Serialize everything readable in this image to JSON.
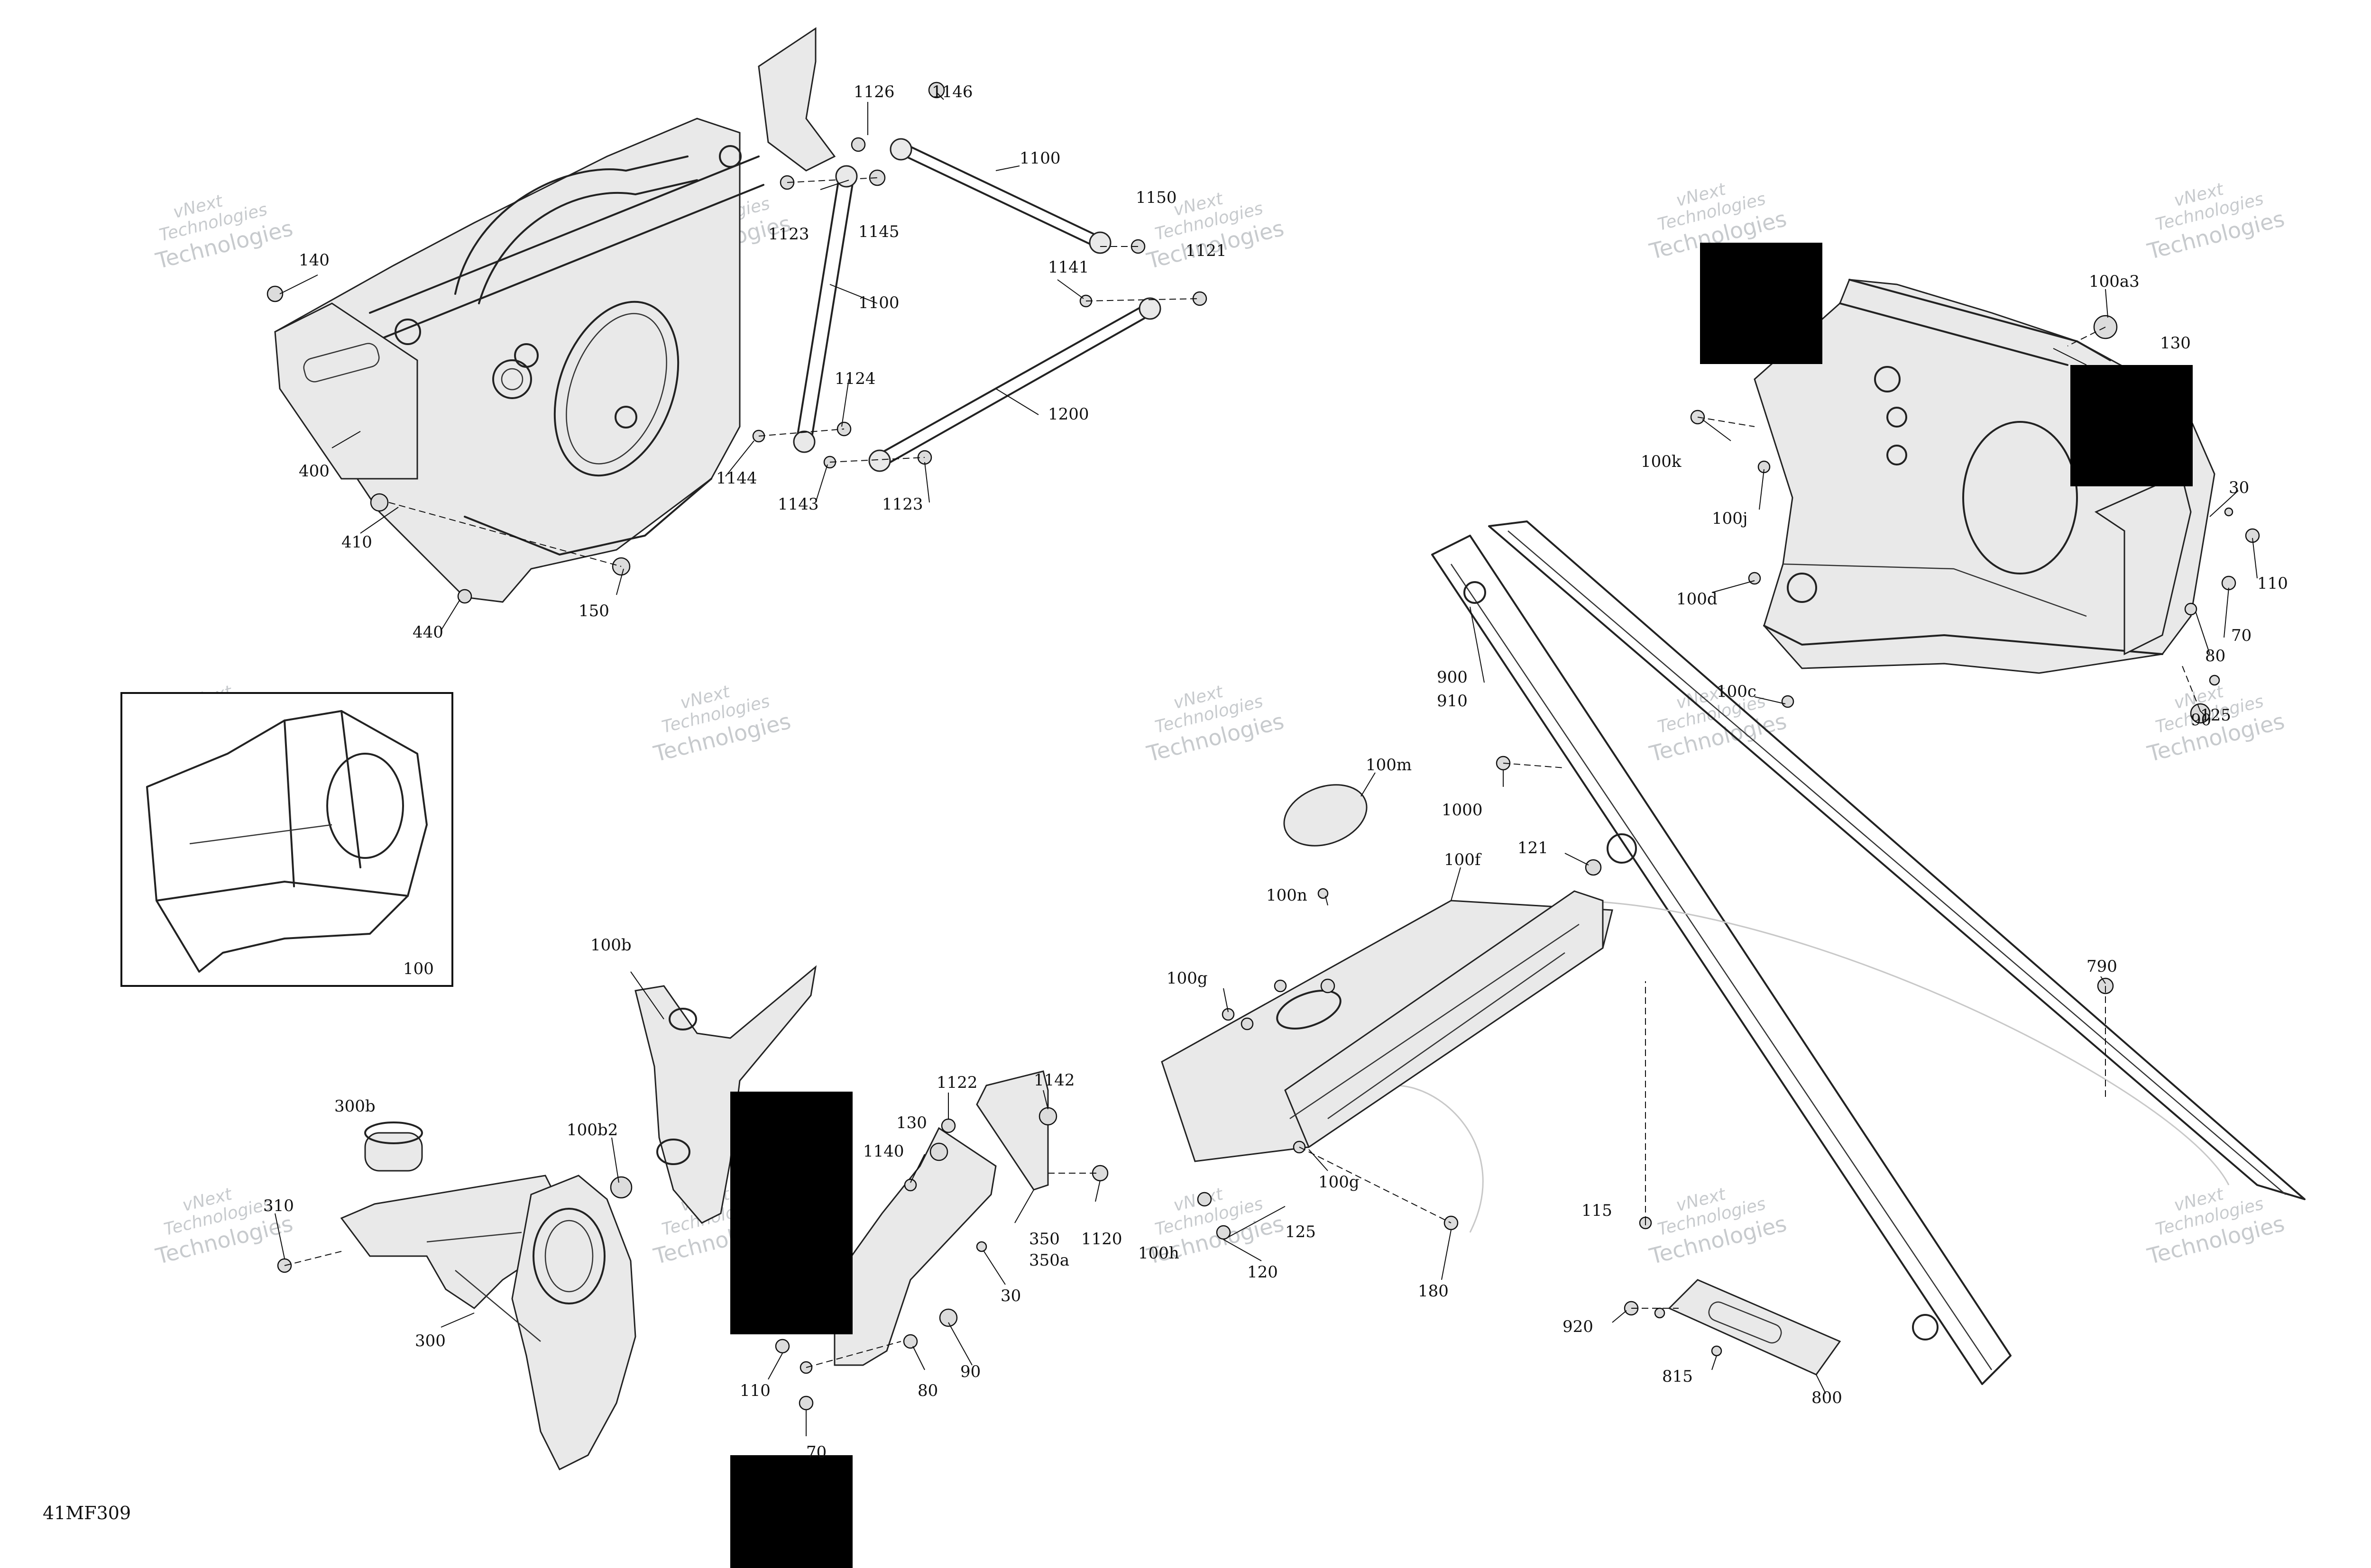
{
  "drawing": {
    "code": "41MF309",
    "watermark_line1": "vNext",
    "watermark_line2": "Technologies",
    "inset_label": "100"
  },
  "callouts": [
    "1126",
    "1146",
    "1100",
    "1150",
    "1121",
    "1145",
    "1123",
    "1100",
    "140",
    "1141",
    "1124",
    "1200",
    "400",
    "1144",
    "1143",
    "1123",
    "410",
    "150",
    "440",
    "100a3",
    "130",
    "100k",
    "30",
    "100j",
    "110",
    "100d",
    "70",
    "80",
    "100c",
    "90",
    "125",
    "900",
    "910",
    "100m",
    "1000",
    "100f",
    "121",
    "100n",
    "790",
    "100g",
    "100b",
    "300b",
    "100b2",
    "1122",
    "1142",
    "130",
    "1140",
    "350",
    "350a",
    "1120",
    "30",
    "300",
    "110",
    "80",
    "90",
    "70",
    "310",
    "100g",
    "125",
    "100h",
    "120",
    "180",
    "115",
    "920",
    "815",
    "800"
  ]
}
